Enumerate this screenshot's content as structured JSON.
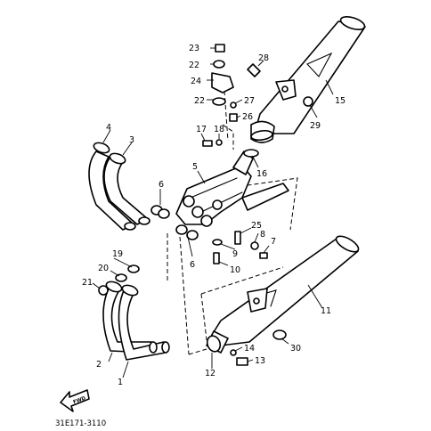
{
  "diagram": {
    "callouts": [
      "1",
      "2",
      "3",
      "4",
      "5",
      "6",
      "6",
      "7",
      "8",
      "9",
      "10",
      "11",
      "12",
      "13",
      "14",
      "15",
      "16",
      "17",
      "18",
      "19",
      "20",
      "21",
      "22",
      "22",
      "23",
      "24",
      "25",
      "26",
      "27",
      "28",
      "29",
      "30"
    ],
    "figure_code": "31E171-3110",
    "fwd_label": "FWD"
  }
}
